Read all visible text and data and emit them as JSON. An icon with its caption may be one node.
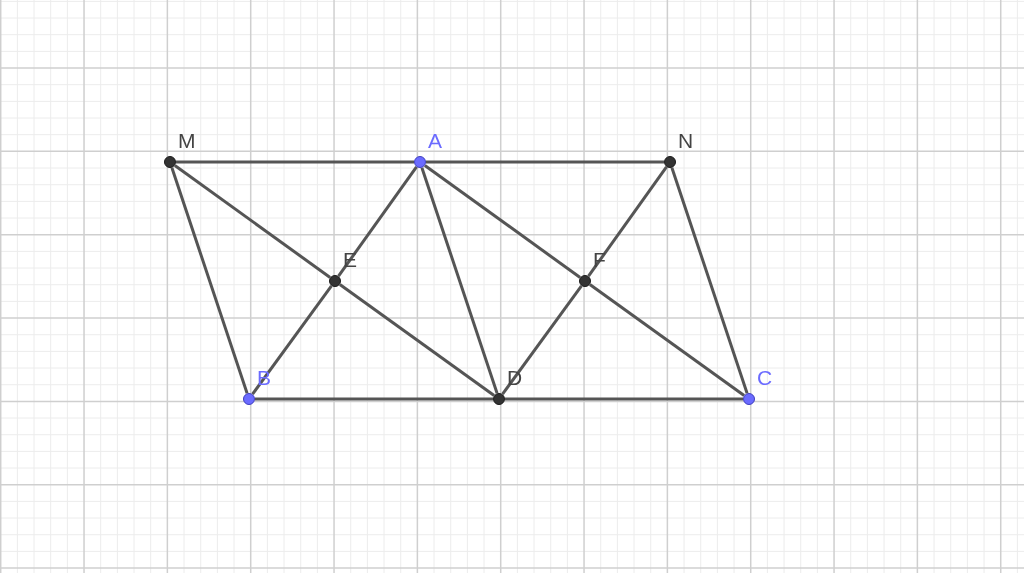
{
  "diagram": {
    "nodes": [
      {
        "text": [],
        "shape": "circle",
        "beside": [
          "M"
        ]
      },
      {
        "text": [],
        "shape": "circle",
        "beside": [
          "A"
        ]
      },
      {
        "text": [],
        "shape": "circle",
        "beside": [
          "N"
        ]
      },
      {
        "text": [],
        "shape": "circle",
        "beside": [
          "E"
        ]
      },
      {
        "text": [],
        "shape": "circle",
        "beside": [
          "F"
        ]
      },
      {
        "text": [],
        "shape": "circle",
        "beside": [
          "B"
        ]
      },
      {
        "text": [],
        "shape": "circle",
        "beside": [
          "D"
        ]
      },
      {
        "text": [],
        "shape": "circle",
        "beside": [
          "C"
        ]
      }
    ],
    "edges": [
      {
        "from": 0,
        "to": 1,
        "arrow": "none"
      },
      {
        "from": 1,
        "to": 2,
        "arrow": "none"
      },
      {
        "from": 5,
        "to": 6,
        "arrow": "none"
      },
      {
        "from": 6,
        "to": 7,
        "arrow": "none"
      },
      {
        "from": 0,
        "to": 5,
        "arrow": "none"
      },
      {
        "from": 2,
        "to": 7,
        "arrow": "none"
      },
      {
        "from": 0,
        "to": 3,
        "arrow": "none"
      },
      {
        "from": 3,
        "to": 6,
        "arrow": "none"
      },
      {
        "from": 1,
        "to": 3,
        "arrow": "none"
      },
      {
        "from": 3,
        "to": 5,
        "arrow": "none"
      },
      {
        "from": 1,
        "to": 6,
        "arrow": "none"
      },
      {
        "from": 1,
        "to": 4,
        "arrow": "none"
      },
      {
        "from": 4,
        "to": 7,
        "arrow": "none"
      },
      {
        "from": 2,
        "to": 4,
        "arrow": "none"
      },
      {
        "from": 4,
        "to": 6,
        "arrow": "none"
      }
    ]
  }
}
